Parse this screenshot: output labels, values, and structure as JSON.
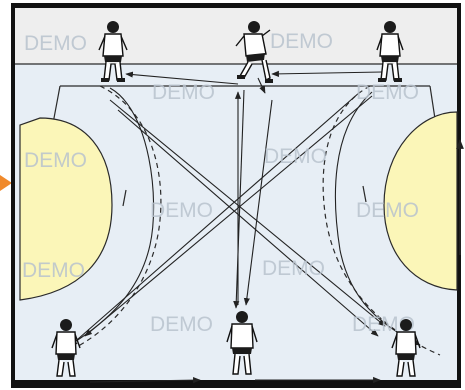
{
  "diagram": {
    "watermark_label": "DEMO",
    "colors": {
      "court_floor": "#e7eef5",
      "court_lines": "#2a2a2a",
      "goal_area": "#fbf6b8",
      "pass_arrow": "#222222",
      "run_arrow": "#222222",
      "frame": "#111111",
      "side_tab": "#f08a2c",
      "top_band": "#eeeeee"
    },
    "players": [
      {
        "id": "top-left",
        "icon": "handball-player-icon"
      },
      {
        "id": "top-center",
        "icon": "handball-player-running-icon"
      },
      {
        "id": "top-right",
        "icon": "handball-player-icon"
      },
      {
        "id": "bottom-left",
        "icon": "handball-player-icon"
      },
      {
        "id": "bottom-center",
        "icon": "handball-player-icon"
      },
      {
        "id": "bottom-right",
        "icon": "handball-player-icon"
      }
    ]
  }
}
